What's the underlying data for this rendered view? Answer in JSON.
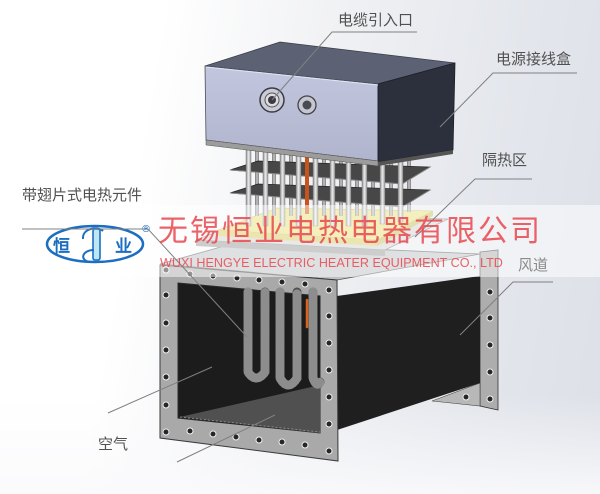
{
  "diagram": {
    "labels": {
      "cable_inlet": "电缆引入口",
      "junction_box": "电源接线盒",
      "insulation_zone": "隔热区",
      "finned_heating_element": "带翅片式电热元件",
      "air_duct": "风道",
      "air": "空气"
    },
    "components": [
      "cable-inlet",
      "power-junction-box",
      "insulation-zone",
      "finned-heating-element",
      "air-duct",
      "air"
    ]
  },
  "watermark": {
    "company_cn": "无锡恒业电热电器有限公司",
    "company_en": "WUXI HENGYE ELECTRIC HEATER EQUIPMENT CO., LTD"
  },
  "logo": {
    "char_left": "恒",
    "char_right": "业",
    "registered_mark": "®"
  },
  "colors": {
    "watermark_red": "#e8474c",
    "logo_blue": "#1b6ec2",
    "label_text": "#505050",
    "leader_line": "#808080",
    "junction_box_front": "#b9bdd6",
    "junction_box_side": "#2c303c",
    "insulation_yellow": "#e9e17a",
    "heating_element_accent": "#c9531c",
    "duct_flange": "#a9a9a9",
    "duct_body": "#1e1e1e"
  }
}
